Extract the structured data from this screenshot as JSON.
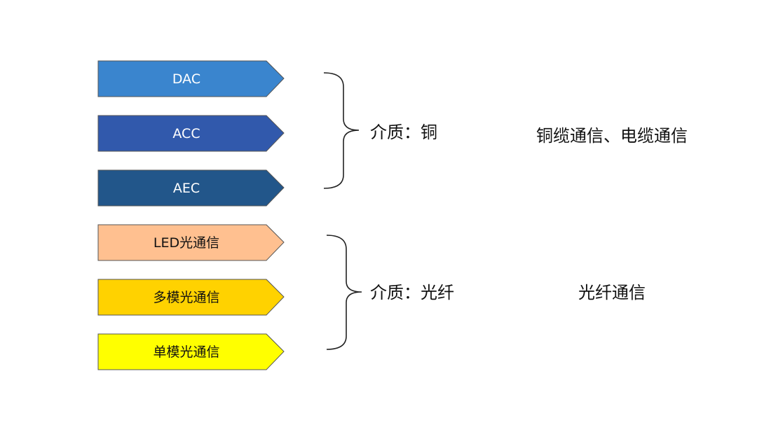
{
  "arrows": [
    {
      "label": "DAC",
      "fill": "#3A85CE",
      "text_color": "#ffffff"
    },
    {
      "label": "ACC",
      "fill": "#3159AC",
      "text_color": "#ffffff"
    },
    {
      "label": "AEC",
      "fill": "#22568A",
      "text_color": "#ffffff"
    },
    {
      "label": "LED光通信",
      "fill": "#FFC090",
      "text_color": "#111111"
    },
    {
      "label": "多模光通信",
      "fill": "#FFD200",
      "text_color": "#111111"
    },
    {
      "label": "单模光通信",
      "fill": "#FFFF00",
      "text_color": "#111111"
    }
  ],
  "groups": [
    {
      "medium": "介质：铜",
      "category": "铜缆通信、电缆通信"
    },
    {
      "medium": "介质：光纤",
      "category": "光纤通信"
    }
  ],
  "colors": {
    "stroke": "#555555",
    "brace": "#222222"
  }
}
